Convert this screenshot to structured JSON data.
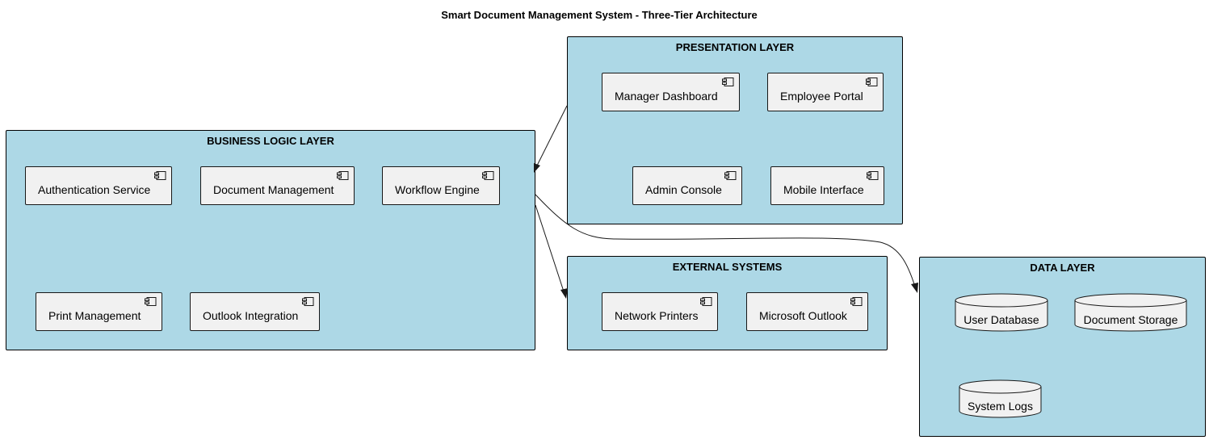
{
  "title": "Smart Document Management System - Three-Tier Architecture",
  "packages": {
    "presentation": {
      "title": "PRESENTATION LAYER",
      "components": [
        "Manager Dashboard",
        "Employee Portal",
        "Admin Console",
        "Mobile Interface"
      ]
    },
    "business": {
      "title": "BUSINESS LOGIC LAYER",
      "components": [
        "Authentication Service",
        "Document Management",
        "Workflow Engine",
        "Print Management",
        "Outlook Integration"
      ]
    },
    "external": {
      "title": "EXTERNAL SYSTEMS",
      "components": [
        "Network Printers",
        "Microsoft Outlook"
      ]
    },
    "data": {
      "title": "DATA LAYER",
      "databases": [
        "User Database",
        "Document Storage",
        "System Logs"
      ]
    }
  },
  "connections": [
    {
      "from": "PRESENTATION LAYER",
      "to": "BUSINESS LOGIC LAYER"
    },
    {
      "from": "BUSINESS LOGIC LAYER",
      "to": "EXTERNAL SYSTEMS"
    },
    {
      "from": "BUSINESS LOGIC LAYER",
      "to": "DATA LAYER"
    }
  ],
  "colors": {
    "package_fill": "#add8e6",
    "component_fill": "#f1f1f1",
    "border": "#181818",
    "arrow": "#181818"
  }
}
